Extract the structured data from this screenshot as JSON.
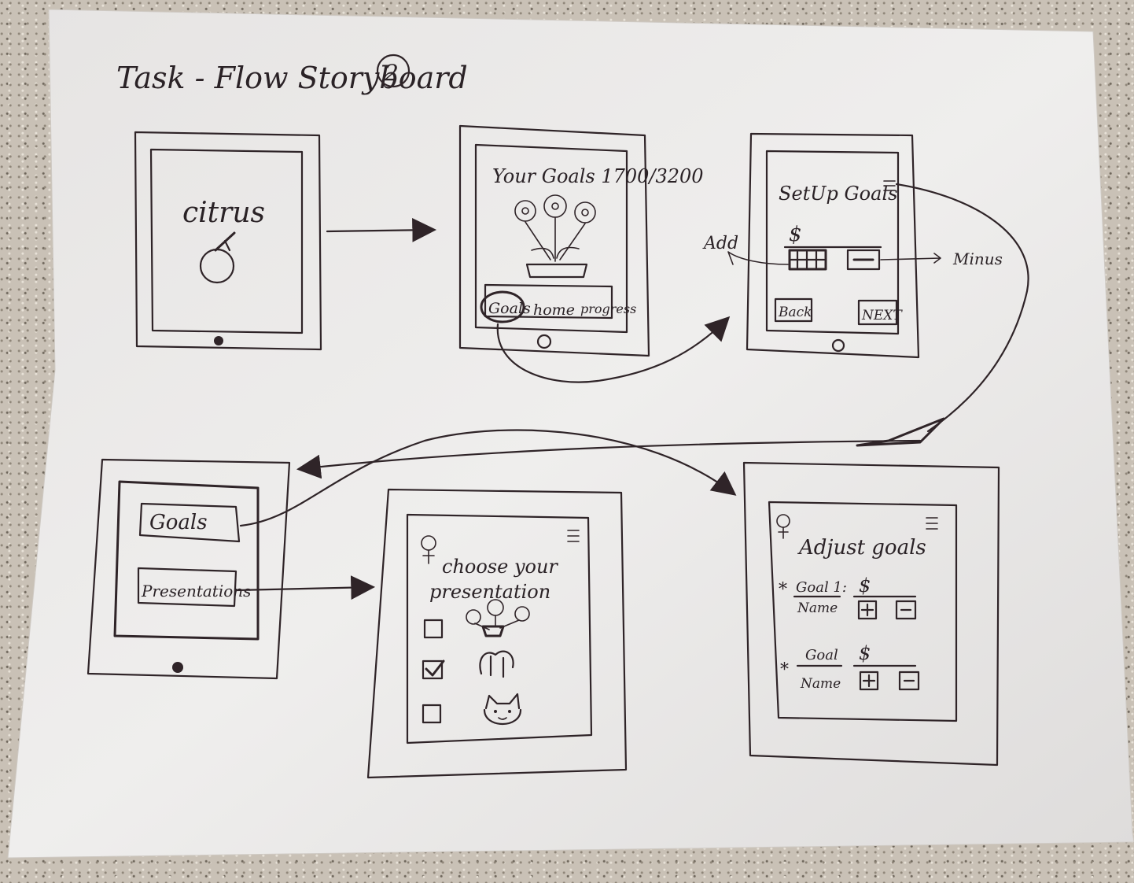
{
  "storyboard": {
    "title": "Task - Flow   Storyboard",
    "title_number": "2"
  },
  "screens": {
    "splash": {
      "app_name": "citrus"
    },
    "home": {
      "heading": "Your Goals 1700/3200",
      "nav": {
        "goals": "Goals",
        "home": "home",
        "progress": "progress"
      }
    },
    "setup": {
      "heading": "SetUp   Goals",
      "currency": "$",
      "add_label": "Add",
      "minus_label": "Minus",
      "back_label": "Back",
      "next_label": "NEXT"
    },
    "menu": {
      "goals_label": "Goals",
      "presentations_label": "Presentations"
    },
    "presentation": {
      "heading_line1": "choose your",
      "heading_line2": "presentation"
    },
    "adjust": {
      "heading": "Adjust  goals",
      "goal1_top": "Goal 1:",
      "goal1_bottom": "Name",
      "goal2_top": "Goal",
      "goal2_bottom": "Name",
      "currency": "$",
      "bullet": "*"
    }
  },
  "colors": {
    "ink": "#2f2428",
    "paper": "#eceae8"
  }
}
